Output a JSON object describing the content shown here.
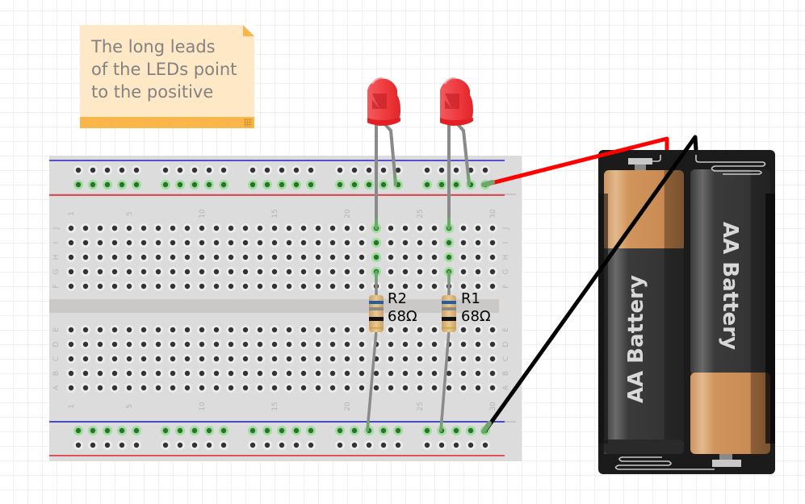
{
  "note": {
    "text": "The long leads\nof the LEDs point\nto the positive",
    "background": "#fee8c6",
    "accent": "#fbb64a"
  },
  "breadboard": {
    "columns": 30,
    "top_rows": [
      "J",
      "I",
      "H",
      "G",
      "F"
    ],
    "bottom_rows": [
      "E",
      "D",
      "C",
      "B",
      "A"
    ],
    "column_number_labels": [
      "1",
      "5",
      "10",
      "15",
      "20",
      "25",
      "30"
    ],
    "rail_positive_color": "#e8000b",
    "rail_negative_color": "#0000c8",
    "hole_color": "#333333",
    "connected_hole_color": "#2f6e2f"
  },
  "components": {
    "leds": [
      {
        "id": "LED2",
        "color": "#e8282c",
        "anode_rail": "top-positive",
        "cathode_column": 22
      },
      {
        "id": "LED1",
        "color": "#e8282c",
        "anode_rail": "top-positive",
        "cathode_column": 27
      }
    ],
    "resistors": [
      {
        "id": "R2",
        "label": "R2",
        "value": "68Ω",
        "column": 22
      },
      {
        "id": "R1",
        "label": "R1",
        "value": "68Ω",
        "column": 27
      }
    ],
    "battery_pack": {
      "cells": [
        {
          "label": "AA Battery"
        },
        {
          "label": "AA Battery"
        }
      ]
    },
    "wires": [
      {
        "name": "positive-wire",
        "color": "#ff0000"
      },
      {
        "name": "negative-wire",
        "color": "#000000"
      }
    ]
  }
}
